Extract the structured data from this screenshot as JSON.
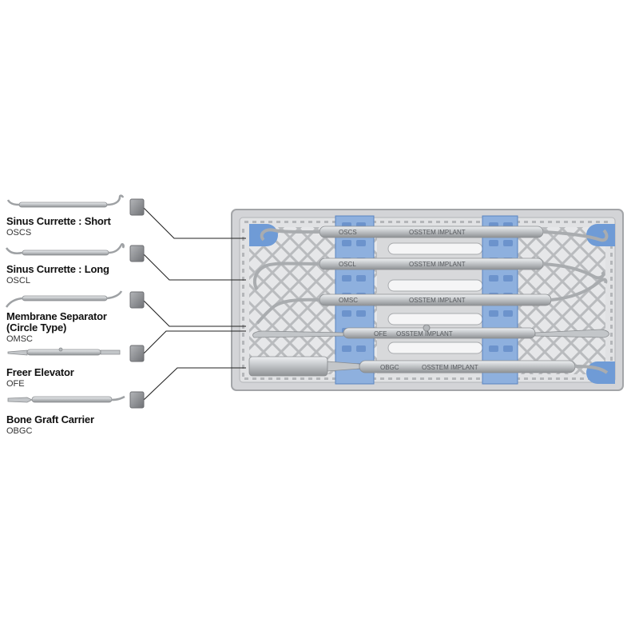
{
  "instruments": [
    {
      "name": "Sinus Currette : Short",
      "code": "OSCS"
    },
    {
      "name": "Sinus Currette : Long",
      "code": "OSCL"
    },
    {
      "name": "Membrane Separator",
      "name_line2": "(Circle Type)",
      "code": "OMSC"
    },
    {
      "name": "Freer Elevator",
      "code": "OFE"
    },
    {
      "name": "Bone Graft Carrier",
      "code": "OBGC"
    }
  ],
  "tray": {
    "brand_text": "OSSTEM IMPLANT",
    "handle_codes": [
      "OSCS",
      "OSCL",
      "OMSC",
      "OFE",
      "OBGC"
    ]
  },
  "colors": {
    "tray_body": "#d9dadc",
    "tray_border": "#a9abae",
    "clip_blue": "#7ea6dc",
    "clip_dark": "#5a84c0",
    "instrument_steel": "#b7b9bc",
    "marker_gray": "#8b8d90",
    "leader_line": "#222222"
  }
}
